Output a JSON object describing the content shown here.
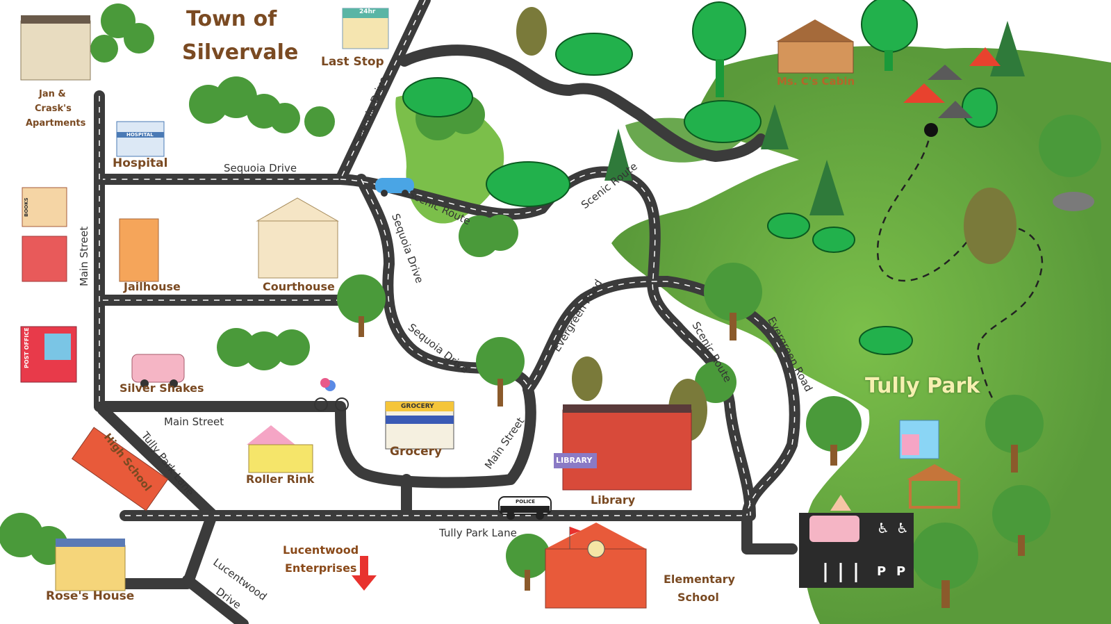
{
  "map": {
    "title": [
      "Town of",
      "Silvervale"
    ],
    "park_name": "Tully Park",
    "places": {
      "apartments": [
        "Jan &",
        "Crask's",
        "Apartments"
      ],
      "hospital": "Hospital",
      "last_stop": "Last Stop",
      "jailhouse": "Jailhouse",
      "courthouse": "Courthouse",
      "silver_shakes": "Silver Shakes",
      "grocery": "Grocery",
      "roller_rink": "Roller Rink",
      "library": "Library",
      "high_school": "High School",
      "roses_house": "Rose's House",
      "lucentwood": [
        "Lucentwood",
        "Enterprises"
      ],
      "elementary": [
        "Elementary",
        "School"
      ],
      "ms_c_cabin": "Ms. C's Cabin"
    },
    "signs": {
      "hospital_sign": "HOSPITAL",
      "grocery_sign": "GROCERY",
      "library_sign": "LIBRARY",
      "post_office": "POST OFFICE",
      "books": "BOOKS",
      "police": "POLICE",
      "open_24hr": "24hr"
    },
    "roads": {
      "sequoia_1": "Sequoia Drive",
      "sequoia_2": "Sequoia Drive",
      "sequoia_3": "Sequoia Drive",
      "sequoia_4": "Sequoia Drive",
      "main_1": "Main Street",
      "main_2": "Main Street",
      "main_3": "Main Street",
      "scenic_1": "Scenic Route",
      "scenic_2": "Scenic Route",
      "scenic_3": "Scenic Route",
      "evergreen_1": "Evergreen Road",
      "evergreen_2": "Evergreen Road",
      "tully_1": "Tully Park Lane",
      "tully_2": "Tully Park Lane",
      "lucentwood": [
        "Lucentwood",
        "Drive"
      ]
    },
    "colors": {
      "label_brown": "#7a4a22",
      "park_label": "#f6f0b0",
      "road": "#3b3b3b",
      "grass": "#6aa84f",
      "arrow_red": "#e8322e"
    },
    "icons": [
      "wheelchair-icon",
      "wheelchair-icon",
      "parking-icon",
      "parking-icon"
    ]
  }
}
